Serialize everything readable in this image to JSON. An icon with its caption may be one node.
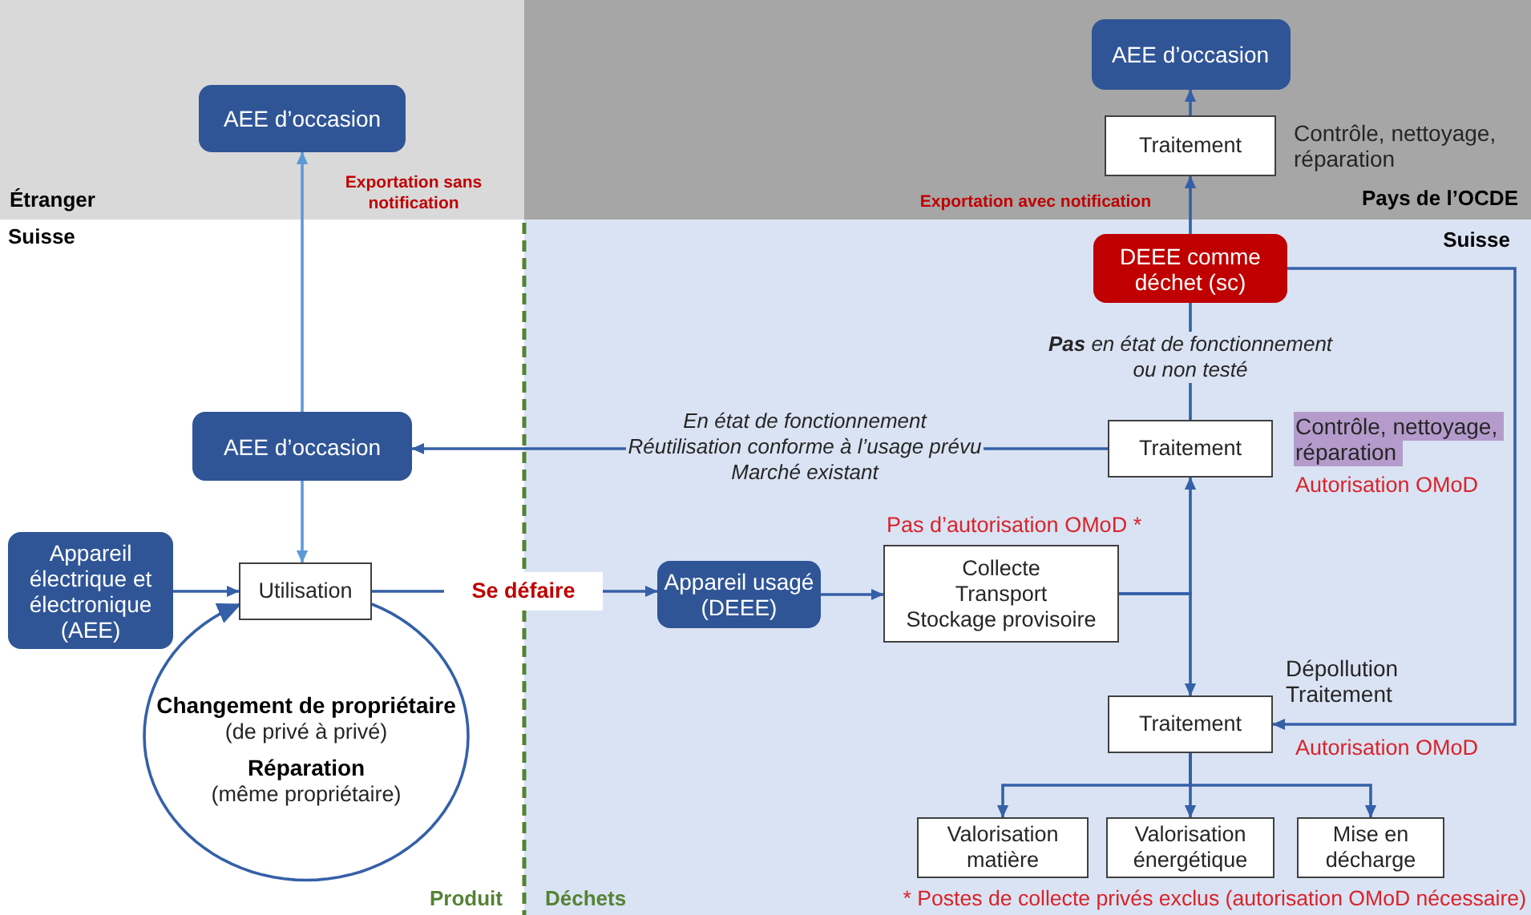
{
  "diagram": {
    "nodes": [
      {
        "text": [
          "Étranger"
        ]
      },
      {
        "text": [
          "AEE d’occasion"
        ],
        "in": 0
      },
      {
        "text": [
          "Pays de l’OCDE"
        ]
      },
      {
        "text": [
          "AEE d’occasion"
        ],
        "in": 2
      },
      {
        "text": [
          "Traitement"
        ],
        "in": 2,
        "beside": [
          "Contrôle, nettoyage, réparation"
        ]
      },
      {
        "text": [
          "Suisse",
          "Déchets"
        ]
      },
      {
        "text": [
          "DEEE comme déchet (sc)"
        ],
        "in": 5
      },
      {
        "text": [
          "Traitement"
        ],
        "in": 5,
        "beside": [
          "Contrôle, nettoyage, réparation",
          "Autorisation OMoD"
        ]
      },
      {
        "text": [
          "AEE d’occasion"
        ]
      },
      {
        "text": [
          "Appareil électrique et électronique (AEE)"
        ]
      },
      {
        "text": [
          "Utilisation"
        ]
      },
      {
        "text": [
          "Appareil usagé (DEEE)"
        ],
        "in": 5
      },
      {
        "text": [
          "Collecte",
          "Transport",
          "Stockage provisoire"
        ],
        "in": 5,
        "beside": [
          "Pas d’autorisation OMoD *"
        ]
      },
      {
        "text": [
          "Traitement"
        ],
        "in": 5,
        "beside": [
          "Dépollution",
          "Traitement",
          "Autorisation OMoD"
        ]
      },
      {
        "text": [
          "Valorisation matière"
        ],
        "in": 5
      },
      {
        "text": [
          "Valorisation énergétique"
        ],
        "in": 5
      },
      {
        "text": [
          "Mise en décharge"
        ],
        "in": 5
      }
    ],
    "edges": [
      {
        "from": 8,
        "to": 1,
        "arrow": "to",
        "color": "#5b9bd5",
        "label": "Exportation sans notification"
      },
      {
        "from": 8,
        "to": 10,
        "arrow": "to",
        "color": "#5b9bd5"
      },
      {
        "from": 9,
        "to": 10,
        "arrow": "to"
      },
      {
        "from": 10,
        "to": 10,
        "arrow": "to"
      },
      {
        "from": 10,
        "to": 11,
        "arrow": "to",
        "label": "Se défaire"
      },
      {
        "from": 11,
        "to": 12,
        "arrow": "to"
      },
      {
        "from": 12,
        "to": 7,
        "arrow": "to"
      },
      {
        "from": 12,
        "to": 13,
        "arrow": "to"
      },
      {
        "from": 7,
        "to": 8,
        "arrow": "to",
        "label": "En état de fonctionnement Réutilisation conforme à l’usage prévu Marché existant"
      },
      {
        "from": 7,
        "to": 6,
        "arrow": "none",
        "label": "**Pas** en état de fonctionnement ou non testé"
      },
      {
        "from": 6,
        "to": 4,
        "arrow": "to",
        "label": "Exportation avec notification"
      },
      {
        "from": 4,
        "to": 3,
        "arrow": "to"
      },
      {
        "from": 6,
        "to": 13,
        "arrow": "to"
      },
      {
        "from": 13,
        "to": 14,
        "arrow": "to"
      },
      {
        "from": 13,
        "to": 15,
        "arrow": "to"
      },
      {
        "from": 13,
        "to": 16,
        "arrow": "to"
      }
    ],
    "labels": [
      "Suisse",
      "Changement de propriétaire",
      "(de privé à privé)",
      "Réparation",
      "(même propriétaire)",
      "Produit",
      "* Postes de collecte privés exclus (autorisation OMoD nécessaire)"
    ]
  }
}
